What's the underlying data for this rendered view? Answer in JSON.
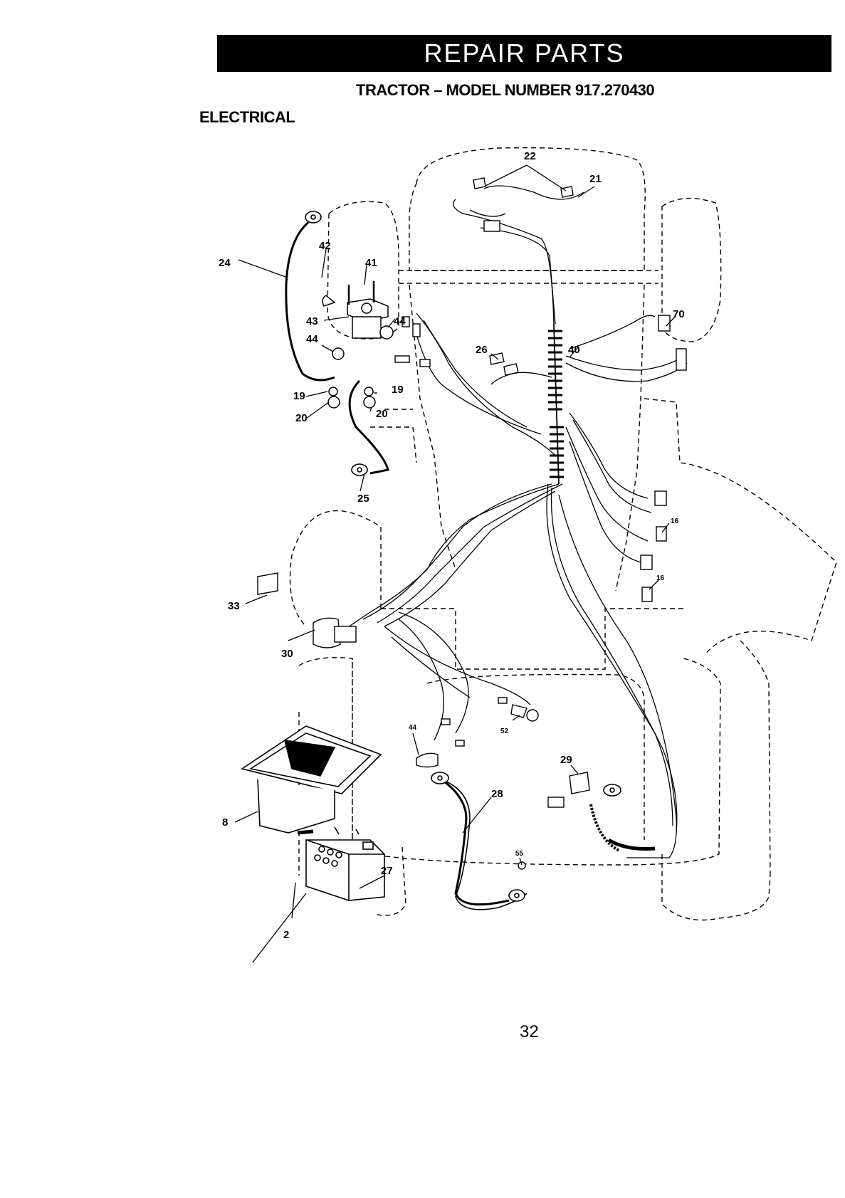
{
  "header": {
    "banner_title": "REPAIR PARTS",
    "model_line": "TRACTOR – MODEL NUMBER 917.270430",
    "section_title": "ELECTRICAL"
  },
  "diagram": {
    "callouts": [
      {
        "id": "c22",
        "text": "22"
      },
      {
        "id": "c21",
        "text": "21"
      },
      {
        "id": "c24",
        "text": "24"
      },
      {
        "id": "c42",
        "text": "42"
      },
      {
        "id": "c41",
        "text": "41"
      },
      {
        "id": "c43",
        "text": "43"
      },
      {
        "id": "c44a",
        "text": "44"
      },
      {
        "id": "c44b",
        "text": "44"
      },
      {
        "id": "c70",
        "text": "70"
      },
      {
        "id": "c26",
        "text": "26"
      },
      {
        "id": "c40",
        "text": "40"
      },
      {
        "id": "c19a",
        "text": "19"
      },
      {
        "id": "c19b",
        "text": "19"
      },
      {
        "id": "c20a",
        "text": "20"
      },
      {
        "id": "c20b",
        "text": "20"
      },
      {
        "id": "c25",
        "text": "25"
      },
      {
        "id": "c16a",
        "text": "16"
      },
      {
        "id": "c16b",
        "text": "16"
      },
      {
        "id": "c33",
        "text": "33"
      },
      {
        "id": "c30",
        "text": "30"
      },
      {
        "id": "c44c",
        "text": "44"
      },
      {
        "id": "c52",
        "text": "52"
      },
      {
        "id": "c29",
        "text": "29"
      },
      {
        "id": "c28",
        "text": "28"
      },
      {
        "id": "c8",
        "text": "8"
      },
      {
        "id": "c55",
        "text": "55"
      },
      {
        "id": "c27",
        "text": "27"
      },
      {
        "id": "c2",
        "text": "2"
      }
    ]
  },
  "footer": {
    "page_number": "32"
  }
}
